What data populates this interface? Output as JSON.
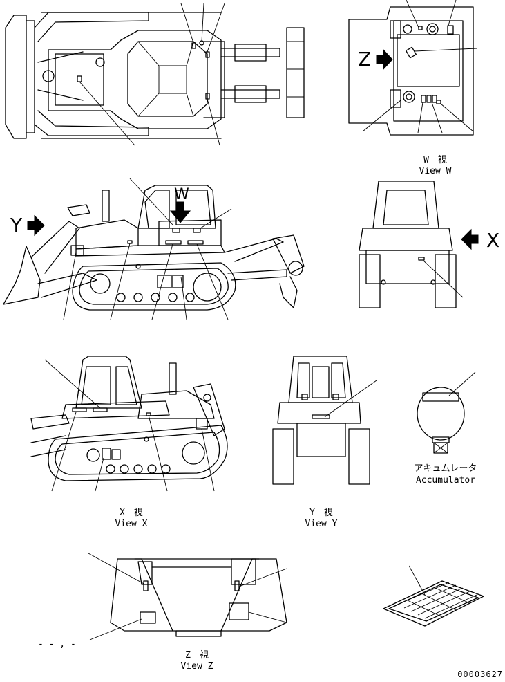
{
  "labels": {
    "view_w_jp": "W　視",
    "view_w_en": "View W",
    "view_x_jp": "X　視",
    "view_x_en": "View X",
    "view_y_jp": "Y　視",
    "view_y_en": "View Y",
    "view_z_jp": "Z　視",
    "view_z_en": "View Z",
    "accumulator_jp": "アキュムレータ",
    "accumulator_en": "Accumulator",
    "part_number": "00003627"
  },
  "markers": {
    "z": "Z",
    "w": "W",
    "y": "Y",
    "x": "X"
  },
  "footnote": "- - , -"
}
